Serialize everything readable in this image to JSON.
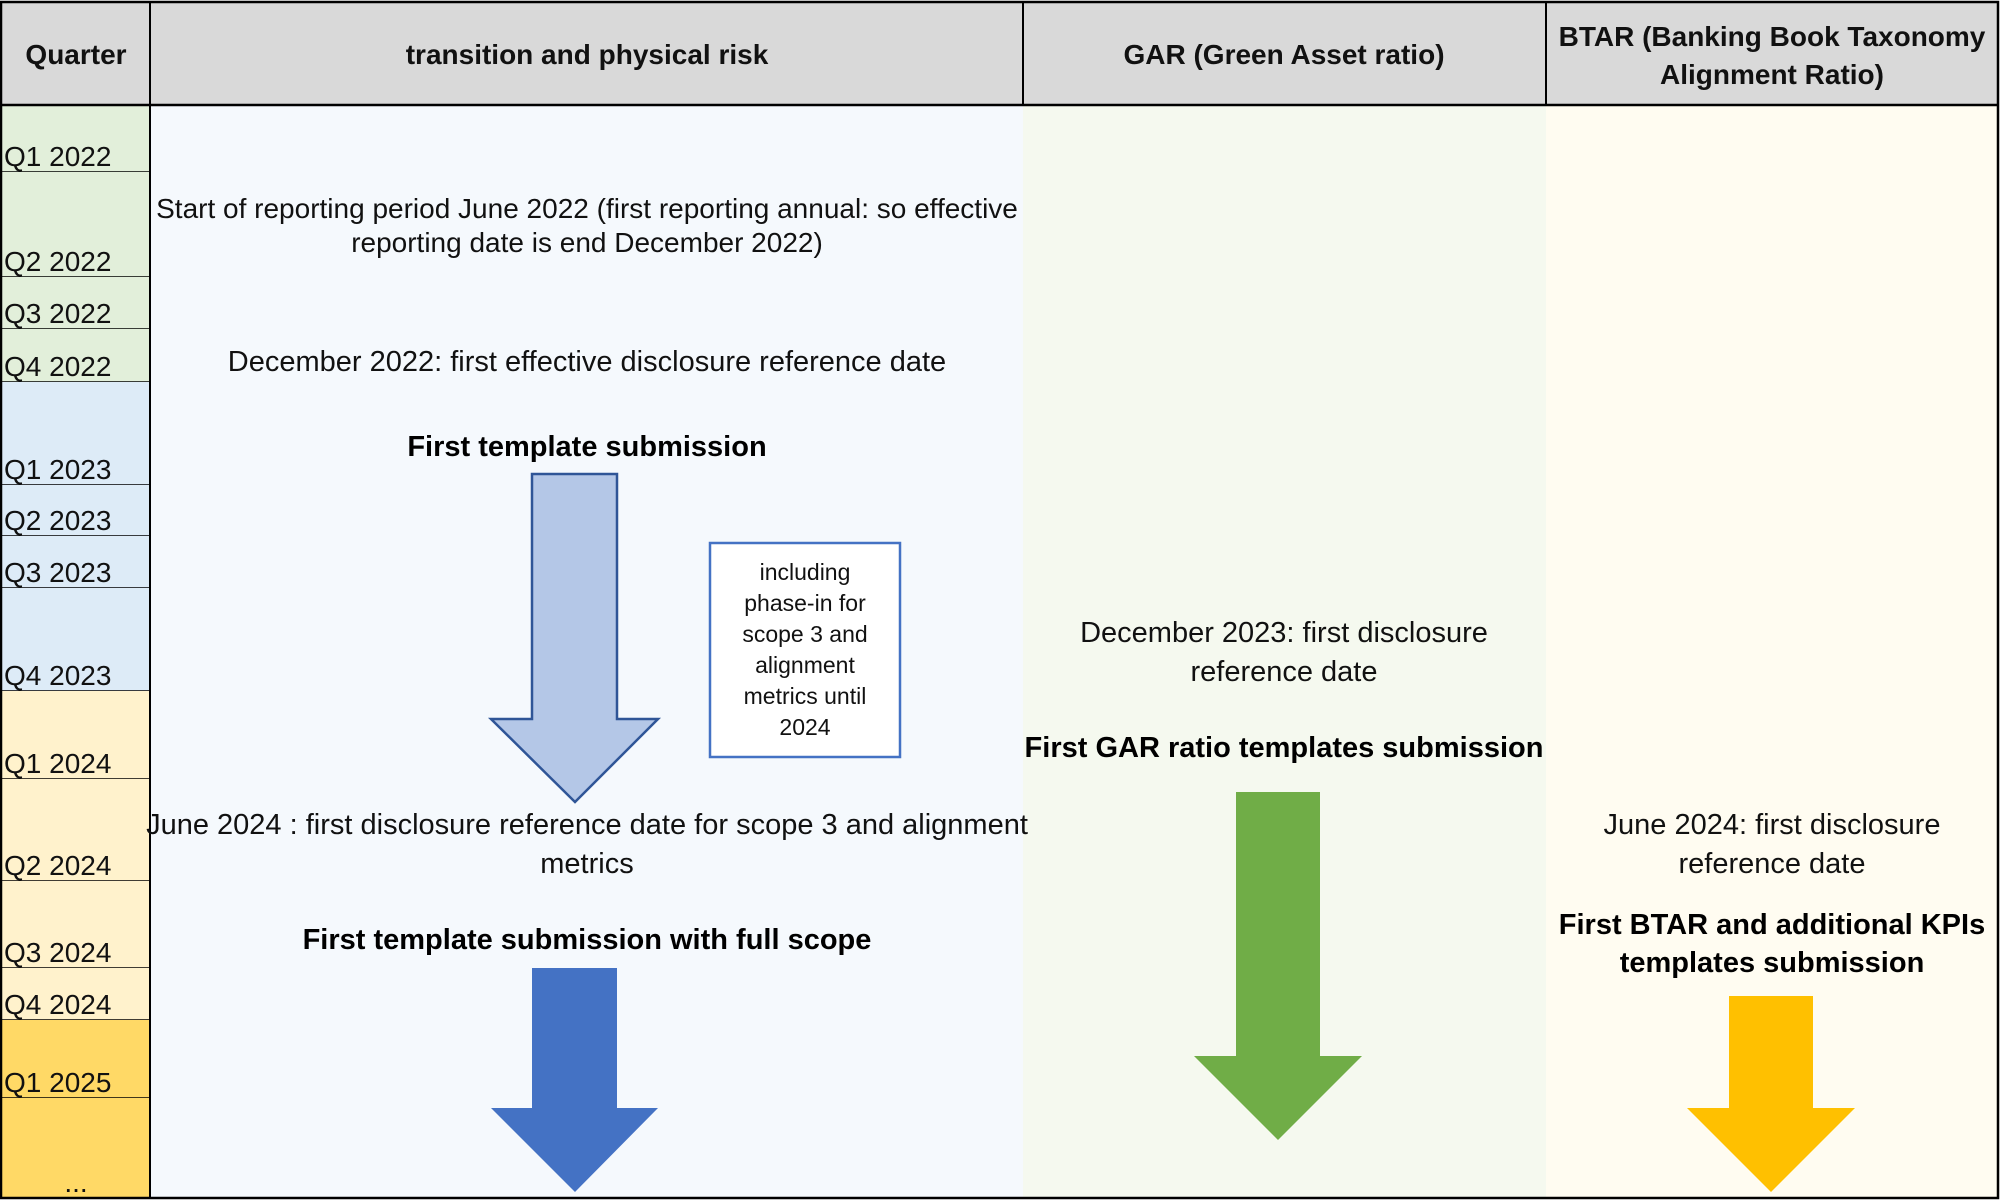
{
  "headers": {
    "quarter": "Quarter",
    "transition": "transition and physical risk",
    "gar": "GAR (Green Asset ratio)",
    "btar_line1": "BTAR (Banking Book Taxonomy",
    "btar_line2": "Alignment Ratio)"
  },
  "quarters": [
    {
      "label": "Q1 2022",
      "color": "#e2efda"
    },
    {
      "label": "Q2 2022",
      "color": "#e2efda"
    },
    {
      "label": "Q3 2022",
      "color": "#e2efda"
    },
    {
      "label": "Q4 2022",
      "color": "#e2efda"
    },
    {
      "label": "Q1 2023",
      "color": "#ddebf7"
    },
    {
      "label": "Q2 2023",
      "color": "#ddebf7"
    },
    {
      "label": "Q3 2023",
      "color": "#ddebf7"
    },
    {
      "label": "Q4 2023",
      "color": "#ddebf7"
    },
    {
      "label": "Q1 2024",
      "color": "#fff2cc"
    },
    {
      "label": "Q2 2024",
      "color": "#fff2cc"
    },
    {
      "label": "Q3 2024",
      "color": "#fff2cc"
    },
    {
      "label": "Q4 2024",
      "color": "#fff2cc"
    },
    {
      "label": "Q1 2025",
      "color": "#ffd966"
    },
    {
      "label": "...",
      "color": "#ffd966"
    }
  ],
  "transition": {
    "start_line1": "Start of reporting period June 2022 (first reporting annual: so effective",
    "start_line2": "reporting date is end December 2022)",
    "dec2022": "December 2022: first effective disclosure reference date",
    "first_submission": "First template submission",
    "note_lines": [
      "including",
      "phase-in for",
      "scope 3 and",
      "alignment",
      "metrics until",
      "2024"
    ],
    "june2024_line1": "June 2024 : first disclosure reference date for scope 3 and alignment",
    "june2024_line2": "metrics",
    "full_scope": "First template submission with full scope"
  },
  "gar": {
    "dec2023_line1": "December 2023: first disclosure",
    "dec2023_line2": "reference date",
    "submission": "First GAR ratio templates submission"
  },
  "btar": {
    "june2024_line1": "June 2024: first disclosure",
    "june2024_line2": "reference date",
    "submission_line1": "First BTAR and additional KPIs",
    "submission_line2": "templates submission"
  },
  "colors": {
    "header_bg": "#d9d9d9",
    "transition_bg": "#f5f9fd",
    "gar_bg": "#f5f9ef",
    "btar_bg": "#fffcf1",
    "arrow_light_blue": "#b4c7e7",
    "arrow_light_blue_border": "#2f5597",
    "arrow_blue": "#4472c4",
    "arrow_green": "#70ad47",
    "arrow_yellow": "#ffc000",
    "note_border": "#4472c4"
  }
}
